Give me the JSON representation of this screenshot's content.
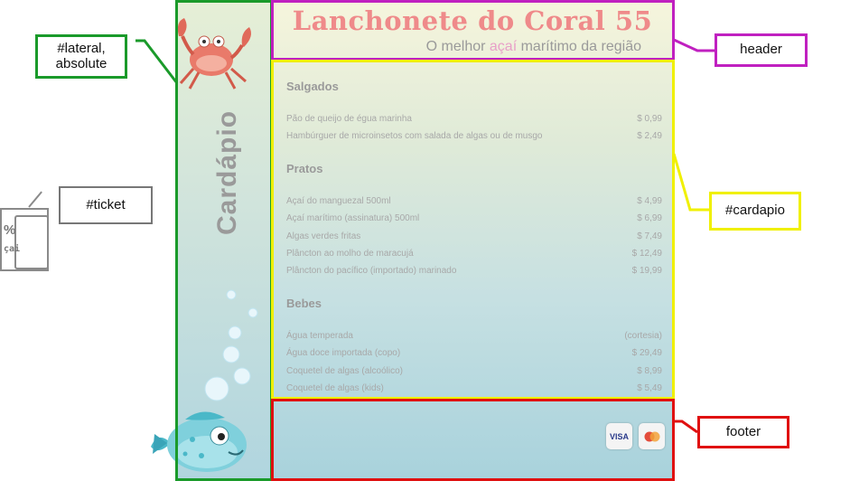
{
  "header": {
    "title": "Lanchonete do Coral 55",
    "subtitle_pre": "O melhor ",
    "subtitle_highlight": "açaí",
    "subtitle_post": " marítimo da região"
  },
  "lateral": {
    "title": "Cardápio"
  },
  "menu": [
    {
      "title": "Salgados",
      "items": [
        {
          "name": "Pão de queijo de égua marinha",
          "price": "$ 0,99"
        },
        {
          "name": "Hambúrguer de microinsetos com salada de algas ou de musgo",
          "price": "$ 2,49"
        }
      ]
    },
    {
      "title": "Pratos",
      "items": [
        {
          "name": "Açaí do manguezal 500ml",
          "price": "$ 4,99"
        },
        {
          "name": "Açaí marítimo (assinatura) 500ml",
          "price": "$ 6,99"
        },
        {
          "name": "Algas verdes fritas",
          "price": "$ 7,49"
        },
        {
          "name": "Plâncton ao molho de maracujá",
          "price": "$ 12,49"
        },
        {
          "name": "Plâncton do pacífico (importado) marinado",
          "price": "$ 19,99"
        }
      ]
    },
    {
      "title": "Bebes",
      "items": [
        {
          "name": "Água temperada",
          "price": "(cortesia)"
        },
        {
          "name": "Água doce importada (copo)",
          "price": "$ 29,49"
        },
        {
          "name": "Coquetel de algas (alcoólico)",
          "price": "$ 8,99"
        },
        {
          "name": "Coquetel de algas (kids)",
          "price": "$ 5,49"
        }
      ]
    }
  ],
  "footer": {
    "card1": "VISA",
    "card2": ""
  },
  "ticket": {
    "line1": "%",
    "line2": "çai"
  },
  "annotations": {
    "lateral": "#lateral,\nabsolute",
    "ticket": "#ticket",
    "header": "header",
    "cardapio": "#cardapio",
    "footer": "footer"
  },
  "colors": {
    "lateral": "#1a9a2a",
    "header": "#c020c0",
    "cardapio": "#f0f000",
    "footer": "#e01010",
    "ticket": "#777777"
  }
}
